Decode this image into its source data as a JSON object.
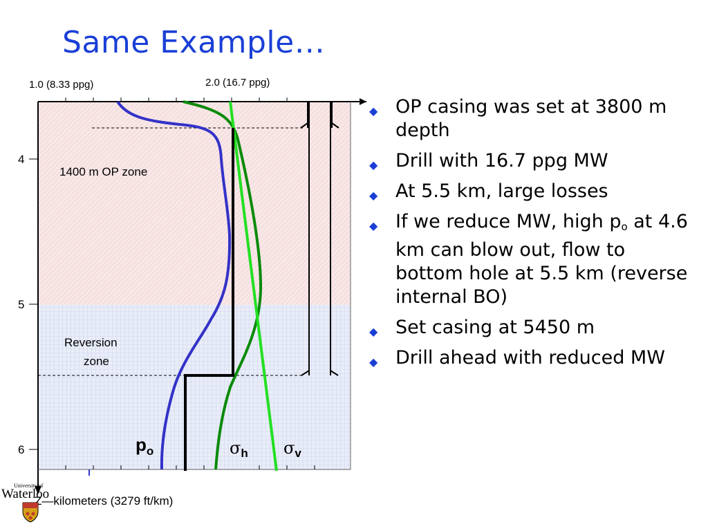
{
  "title": "Same Example…",
  "chart": {
    "top_ticks": [
      "1.0 (8.33 ppg)",
      "2.0 (16.7 ppg)"
    ],
    "y_ticks": [
      "4",
      "5",
      "6"
    ],
    "y_axis_label": "Z—kilometers (3279 ft/km)",
    "zone_op": "1400 m OP zone",
    "zone_reversion_line1": "Reversion",
    "zone_reversion_line2": "zone",
    "label_po": "p",
    "label_po_sub": "o",
    "label_sh": "σ",
    "label_sh_sub": "h",
    "label_sv": "σ",
    "label_sv_sub": "v",
    "colors": {
      "po": "#2b2fc4",
      "sh": "#0a8a0a",
      "sv": "#22e022",
      "mw": "#000000",
      "op_fill": "#f7e6e6",
      "rev_fill": "#e6ebf7"
    }
  },
  "bullets": [
    {
      "text": "OP casing was set at 3800 m depth"
    },
    {
      "text": "Drill with 16.7 ppg MW"
    },
    {
      "text": "At 5.5 km, large losses"
    },
    {
      "text_before": "If we reduce MW, high p",
      "sub": "o",
      "text_after": " at 4.6 km can blow out, flow to bottom hole at 5.5 km (reverse internal BO)"
    },
    {
      "text": "Set casing at 5450 m"
    },
    {
      "text": "Drill ahead with reduced MW"
    }
  ],
  "logo": {
    "top": "University of",
    "name": "Waterloo"
  }
}
